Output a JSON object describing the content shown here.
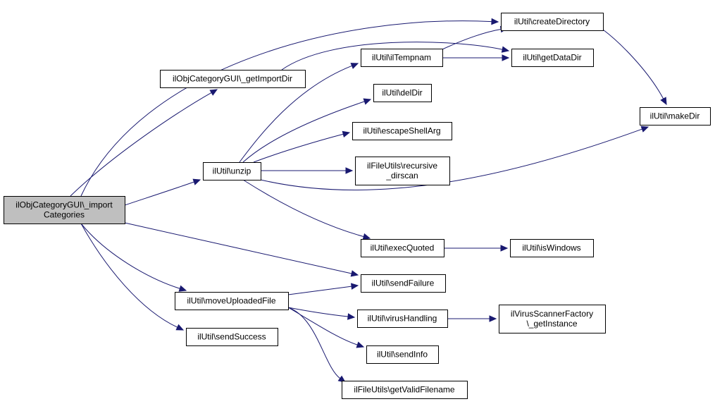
{
  "colors": {
    "edge": "#191970",
    "node_fill": "#ffffff",
    "root_fill": "#bfbfbf",
    "border": "#000000"
  },
  "nodes": {
    "root": {
      "lines": [
        "ilObjCategoryGUI\\_import",
        "Categories"
      ]
    },
    "getImportDir": {
      "lines": [
        "ilObjCategoryGUI\\_getImportDir"
      ]
    },
    "unzip": {
      "lines": [
        "ilUtil\\unzip"
      ]
    },
    "moveUploadedFile": {
      "lines": [
        "ilUtil\\moveUploadedFile"
      ]
    },
    "sendSuccess": {
      "lines": [
        "ilUtil\\sendSuccess"
      ]
    },
    "ilTempnam": {
      "lines": [
        "ilUtil\\ilTempnam"
      ]
    },
    "delDir": {
      "lines": [
        "ilUtil\\delDir"
      ]
    },
    "escapeShellArg": {
      "lines": [
        "ilUtil\\escapeShellArg"
      ]
    },
    "recursive": {
      "lines": [
        "ilFileUtils\\recursive",
        "_dirscan"
      ]
    },
    "execQuoted": {
      "lines": [
        "ilUtil\\execQuoted"
      ]
    },
    "sendFailure": {
      "lines": [
        "ilUtil\\sendFailure"
      ]
    },
    "virusHandling": {
      "lines": [
        "ilUtil\\virusHandling"
      ]
    },
    "sendInfo": {
      "lines": [
        "ilUtil\\sendInfo"
      ]
    },
    "getValidFilename": {
      "lines": [
        "ilFileUtils\\getValidFilename"
      ]
    },
    "createDirectory": {
      "lines": [
        "ilUtil\\createDirectory"
      ]
    },
    "getDataDir": {
      "lines": [
        "ilUtil\\getDataDir"
      ]
    },
    "makeDir": {
      "lines": [
        "ilUtil\\makeDir"
      ]
    },
    "isWindows": {
      "lines": [
        "ilUtil\\isWindows"
      ]
    },
    "getInstance": {
      "lines": [
        "ilVirusScannerFactory",
        "\\_getInstance"
      ]
    }
  },
  "edges": [
    {
      "from": "root",
      "to": "createDirectory"
    },
    {
      "from": "root",
      "to": "getImportDir"
    },
    {
      "from": "root",
      "to": "unzip"
    },
    {
      "from": "root",
      "to": "sendFailure"
    },
    {
      "from": "root",
      "to": "moveUploadedFile"
    },
    {
      "from": "root",
      "to": "sendSuccess"
    },
    {
      "from": "getImportDir",
      "to": "getDataDir"
    },
    {
      "from": "unzip",
      "to": "ilTempnam"
    },
    {
      "from": "unzip",
      "to": "delDir"
    },
    {
      "from": "unzip",
      "to": "escapeShellArg"
    },
    {
      "from": "unzip",
      "to": "recursive"
    },
    {
      "from": "unzip",
      "to": "makeDir"
    },
    {
      "from": "unzip",
      "to": "execQuoted"
    },
    {
      "from": "ilTempnam",
      "to": "createDirectory"
    },
    {
      "from": "ilTempnam",
      "to": "getDataDir"
    },
    {
      "from": "createDirectory",
      "to": "makeDir"
    },
    {
      "from": "execQuoted",
      "to": "isWindows"
    },
    {
      "from": "moveUploadedFile",
      "to": "sendFailure"
    },
    {
      "from": "moveUploadedFile",
      "to": "virusHandling"
    },
    {
      "from": "moveUploadedFile",
      "to": "sendInfo"
    },
    {
      "from": "moveUploadedFile",
      "to": "getValidFilename"
    },
    {
      "from": "virusHandling",
      "to": "getInstance"
    }
  ]
}
